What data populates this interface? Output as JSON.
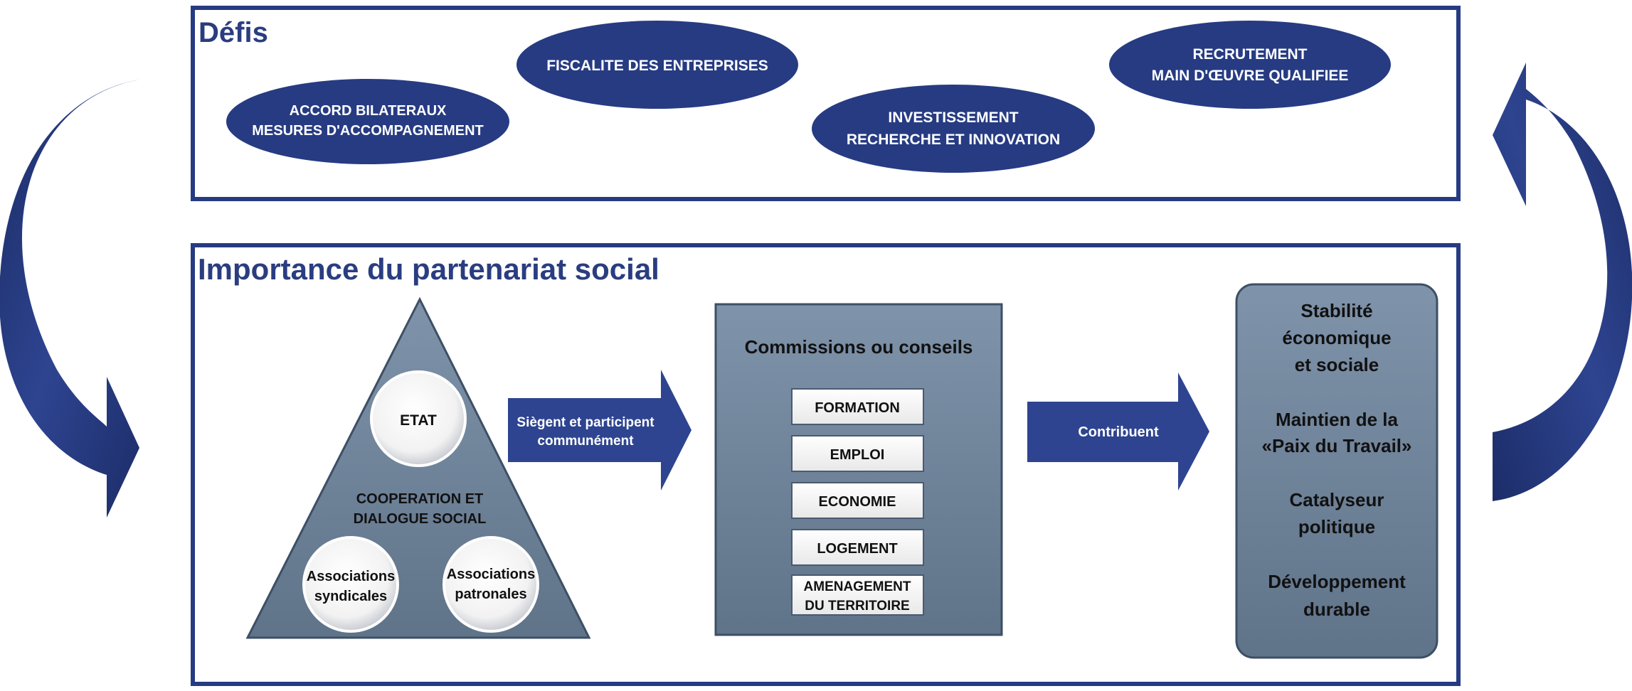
{
  "colors": {
    "navy": "#2a3d80",
    "panel_border": "#263b82",
    "box_gray": "#6e829a",
    "arrow_blue": "#2e4490"
  },
  "defis": {
    "title": "Défis",
    "ellipses": [
      {
        "line1": "ACCORD BILATERAUX",
        "line2": "MESURES D'ACCOMPAGNEMENT"
      },
      {
        "line1": "FISCALITE DES ENTREPRISES",
        "line2": ""
      },
      {
        "line1": "INVESTISSEMENT",
        "line2": "RECHERCHE ET INNOVATION"
      },
      {
        "line1": "RECRUTEMENT",
        "line2": "MAIN D'ŒUVRE QUALIFIEE"
      }
    ]
  },
  "partenariat": {
    "title": "Importance du partenariat social",
    "triangle": {
      "center_line1": "COOPERATION ET",
      "center_line2": "DIALOGUE SOCIAL",
      "top_circle": "ETAT",
      "left_circle_line1": "Associations",
      "left_circle_line2": "syndicales",
      "right_circle_line1": "Associations",
      "right_circle_line2": "patronales"
    },
    "arrow1": {
      "line1": "Siègent et participent",
      "line2": "communément"
    },
    "commissions": {
      "title": "Commissions ou conseils",
      "items": [
        "FORMATION",
        "EMPLOI",
        "ECONOMIE",
        "LOGEMENT",
        "AMENAGEMENT DU TERRITOIRE"
      ],
      "item5_line1": "AMENAGEMENT",
      "item5_line2": "DU TERRITOIRE"
    },
    "arrow2": {
      "label": "Contribuent"
    },
    "outcomes": {
      "lines": [
        "Stabilité",
        "économique",
        "et sociale",
        "Maintien de la",
        "«Paix du Travail»",
        "Catalyseur",
        "politique",
        "Développement",
        "durable"
      ]
    }
  }
}
